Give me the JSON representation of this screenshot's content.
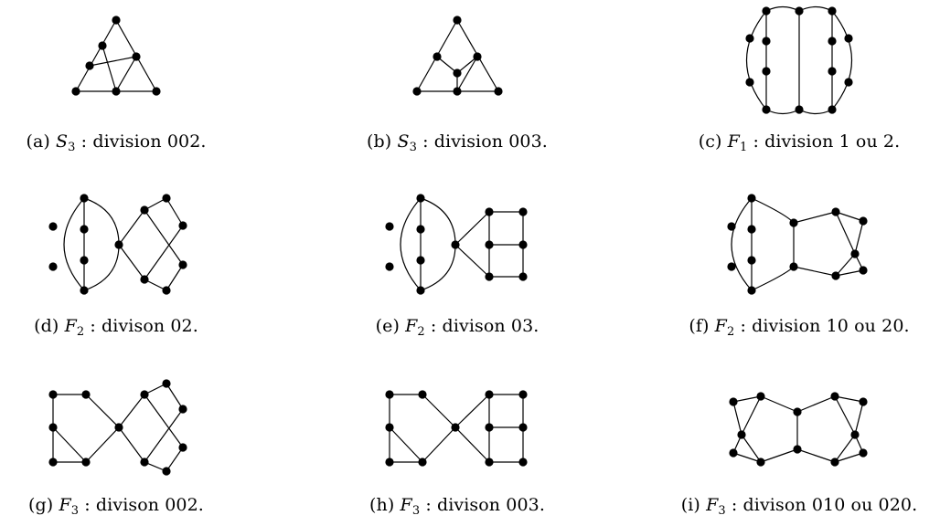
{
  "captions": [
    {
      "label": "(a)",
      "symbol": "S",
      "index": "3",
      "text": " : division 002."
    },
    {
      "label": "(b)",
      "symbol": "S",
      "index": "3",
      "text": " : division 003."
    },
    {
      "label": "(c)",
      "symbol": "F",
      "index": "1",
      "text": " : division 1 ou 2."
    },
    {
      "label": "(d)",
      "symbol": "F",
      "index": "2",
      "text": " : divison 02."
    },
    {
      "label": "(e)",
      "symbol": "F",
      "index": "2",
      "text": " : divison 03."
    },
    {
      "label": "(f)",
      "symbol": "F",
      "index": "2",
      "text": " : division 10 ou 20."
    },
    {
      "label": "(g)",
      "symbol": "F",
      "index": "3",
      "text": " : divison 002."
    },
    {
      "label": "(h)",
      "symbol": "F",
      "index": "3",
      "text": " : divison 003."
    },
    {
      "label": "(i)",
      "symbol": "F",
      "index": "3",
      "text": " : divison 010 ou 020."
    }
  ],
  "colors": {
    "ink": "#000000",
    "background": "#ffffff"
  }
}
